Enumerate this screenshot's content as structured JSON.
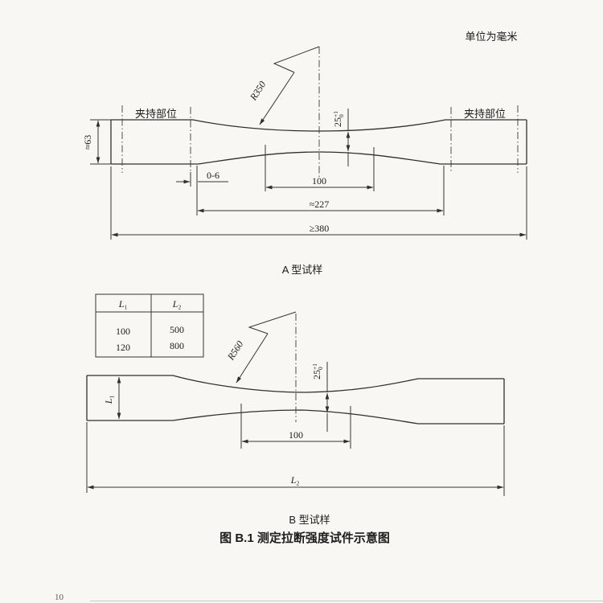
{
  "page": {
    "unit_note": "单位为毫米",
    "figure_title": "图 B.1  测定拉断强度试件示意图",
    "page_number": "10"
  },
  "specimen_a": {
    "caption": "A 型试样",
    "clamp_label_left": "夹持部位",
    "clamp_label_right": "夹持部位",
    "radius_label": "R350",
    "dims": {
      "end_height": "≈63",
      "mid_width": {
        "value": "25",
        "tol_plus": "+1",
        "tol_minus": "0"
      },
      "clamp_gap": "0-6",
      "gauge_length": "100",
      "taper_span": "≈227",
      "total_length": "≥380"
    }
  },
  "specimen_b": {
    "caption": "B 型试样",
    "radius_label": "R560",
    "table": {
      "headers": [
        {
          "main": "L",
          "sub": "1"
        },
        {
          "main": "L",
          "sub": "2"
        }
      ],
      "rows": [
        [
          "100",
          "500"
        ],
        [
          "120",
          "800"
        ]
      ]
    },
    "dims": {
      "end_height": {
        "main": "L",
        "sub": "1"
      },
      "mid_width": {
        "value": "25",
        "tol_plus": "+1",
        "tol_minus": "0"
      },
      "gauge_length": "100",
      "total_length": {
        "main": "L",
        "sub": "2"
      }
    }
  }
}
